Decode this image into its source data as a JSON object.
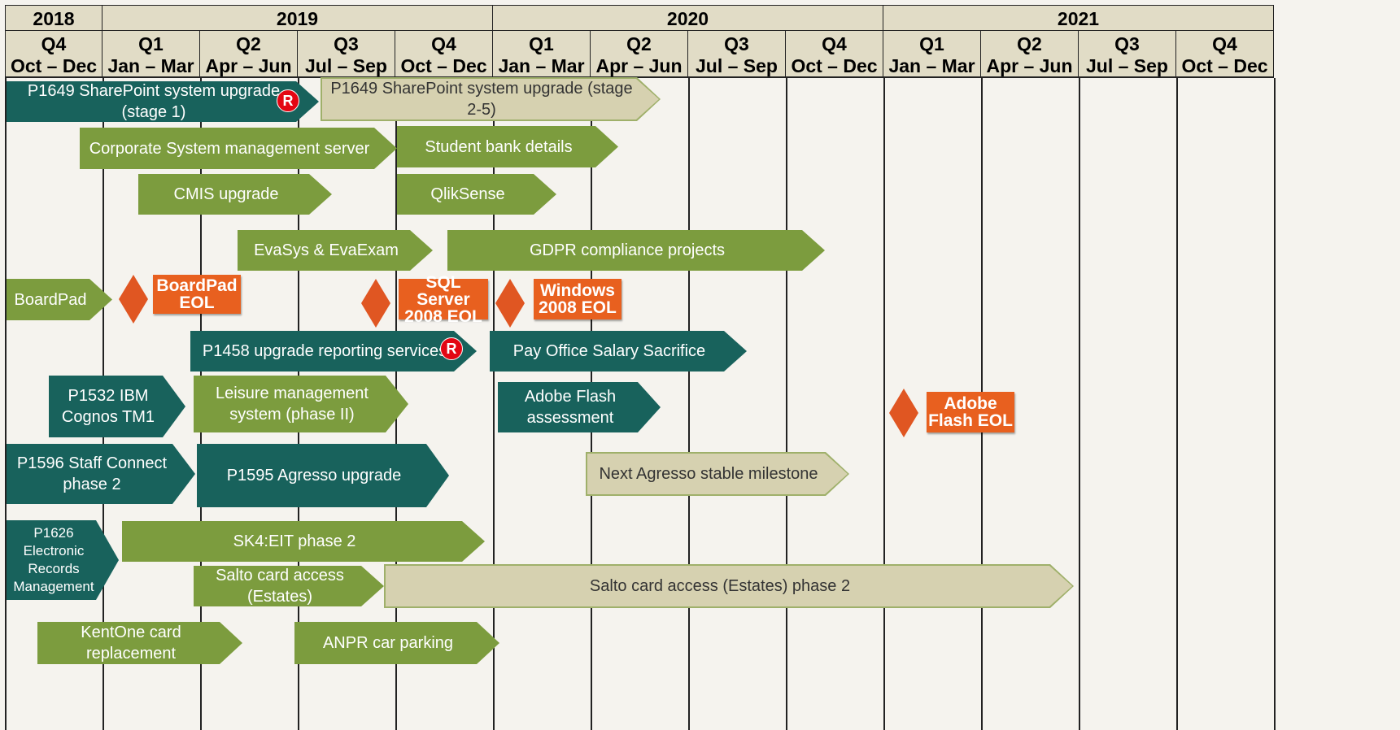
{
  "timeline": {
    "years": [
      "2018",
      "2019",
      "2020",
      "2021"
    ],
    "quarters": [
      {
        "q": "Q4",
        "months": "Oct – Dec"
      },
      {
        "q": "Q1",
        "months": "Jan – Mar"
      },
      {
        "q": "Q2",
        "months": "Apr – Jun"
      },
      {
        "q": "Q3",
        "months": "Jul – Sep"
      },
      {
        "q": "Q4",
        "months": "Oct – Dec"
      },
      {
        "q": "Q1",
        "months": "Jan – Mar"
      },
      {
        "q": "Q2",
        "months": "Apr – Jun"
      },
      {
        "q": "Q3",
        "months": "Jul – Sep"
      },
      {
        "q": "Q4",
        "months": "Oct – Dec"
      },
      {
        "q": "Q1",
        "months": "Jan – Mar"
      },
      {
        "q": "Q2",
        "months": "Apr – Jun"
      },
      {
        "q": "Q3",
        "months": "Jul – Sep"
      },
      {
        "q": "Q4",
        "months": "Oct – Dec"
      }
    ]
  },
  "projects": [
    {
      "id": "sharepoint-stage-1",
      "label": "P1649 SharePoint system upgrade (stage 1)",
      "style": "teal",
      "badge": "R"
    },
    {
      "id": "sharepoint-stage-2-5",
      "label": "P1649 SharePoint system upgrade (stage 2-5)",
      "style": "tan"
    },
    {
      "id": "corporate-system-management-server",
      "label": "Corporate System management server",
      "style": "green"
    },
    {
      "id": "student-bank-details",
      "label": "Student bank details",
      "style": "green"
    },
    {
      "id": "cmis-upgrade",
      "label": "CMIS upgrade",
      "style": "green"
    },
    {
      "id": "qliksense",
      "label": "QlikSense",
      "style": "green"
    },
    {
      "id": "evasys-evaexam",
      "label": "EvaSys & EvaExam",
      "style": "green"
    },
    {
      "id": "gdpr-compliance-projects",
      "label": "GDPR compliance projects",
      "style": "green"
    },
    {
      "id": "boardpad",
      "label": "BoardPad",
      "style": "green"
    },
    {
      "id": "p1458-upgrade-reporting-services",
      "label": "P1458 upgrade reporting services",
      "style": "teal",
      "badge": "R"
    },
    {
      "id": "pay-office-salary-sacrifice",
      "label": "Pay Office Salary Sacrifice",
      "style": "teal"
    },
    {
      "id": "p1532-ibm-cognos-tm1",
      "label": "P1532 IBM Cognos TM1",
      "style": "teal"
    },
    {
      "id": "leisure-management-system",
      "label": "Leisure management system (phase II)",
      "style": "green"
    },
    {
      "id": "adobe-flash-assessment",
      "label": "Adobe Flash assessment",
      "style": "teal"
    },
    {
      "id": "p1596-staff-connect",
      "label": "P1596 Staff Connect phase 2",
      "style": "teal"
    },
    {
      "id": "p1595-agresso-upgrade",
      "label": "P1595 Agresso upgrade",
      "style": "teal"
    },
    {
      "id": "next-agresso-stable-milestone",
      "label": "Next Agresso stable milestone",
      "style": "tan"
    },
    {
      "id": "p1626-electronic-records",
      "label": "P1626 Electronic Records Management",
      "style": "teal"
    },
    {
      "id": "sk4-eit-phase-2",
      "label": "SK4:EIT phase 2",
      "style": "green"
    },
    {
      "id": "salto-card-access-estates",
      "label": "Salto card access (Estates)",
      "style": "green"
    },
    {
      "id": "salto-card-access-estates-phase-2",
      "label": "Salto card access (Estates) phase 2",
      "style": "tan"
    },
    {
      "id": "kentone-card-replacement",
      "label": "KentOne card replacement",
      "style": "green"
    },
    {
      "id": "anpr-car-parking",
      "label": "ANPR car parking",
      "style": "green"
    }
  ],
  "milestones": [
    {
      "id": "boardpad-eol",
      "label": "BoardPad EOL"
    },
    {
      "id": "sql-server-2008-eol",
      "label": "SQL Server 2008 EOL"
    },
    {
      "id": "windows-2008-eol",
      "label": "Windows 2008 EOL"
    },
    {
      "id": "adobe-flash-eol",
      "label": "Adobe Flash EOL"
    }
  ],
  "colors": {
    "header": "#e1dcc6",
    "background": "#f5f3ee",
    "green": "#7c9c3e",
    "teal": "#18625c",
    "tan": "#d6d1b0",
    "milestone": "#e05622",
    "risk_badge": "#e30613"
  }
}
